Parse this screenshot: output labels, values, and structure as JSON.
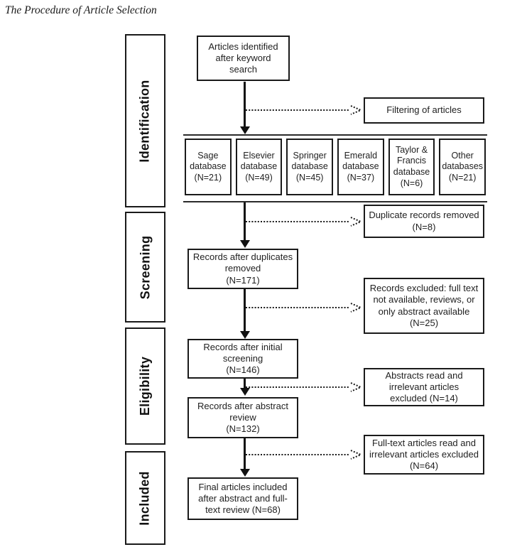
{
  "title": "The Procedure of Article Selection",
  "stages": [
    {
      "label": "Identification"
    },
    {
      "label": "Screening"
    },
    {
      "label": "Eligibility"
    },
    {
      "label": "Included"
    }
  ],
  "flow": {
    "identified": "Articles identified\nafter keyword\nsearch",
    "after_duplicates": "Records after duplicates\nremoved\n(N=171)",
    "after_screening": "Records after initial\nscreening\n(N=146)",
    "after_abstract": "Records after abstract\nreview\n(N=132)",
    "final": "Final articles included\nafter abstract and full-\ntext review (N=68)"
  },
  "databases": [
    {
      "text": "Sage\ndatabase\n(N=21)"
    },
    {
      "text": "Elsevier\ndatabase\n(N=49)"
    },
    {
      "text": "Springer\ndatabase\n(N=45)"
    },
    {
      "text": "Emerald\ndatabase\n(N=37)"
    },
    {
      "text": "Taylor &\nFrancis\ndatabase\n(N=6)"
    },
    {
      "text": "Other\ndatabases\n(N=21)"
    }
  ],
  "side": {
    "filtering": "Filtering of articles",
    "duplicates_removed": "Duplicate records removed\n(N=8)",
    "records_excluded": "Records excluded: full text\nnot available, reviews, or\nonly abstract available\n(N=25)",
    "abstracts_excluded": "Abstracts read and\nirrelevant articles\nexcluded (N=14)",
    "fulltext_excluded": "Full-text articles read and\nirrelevant articles excluded\n(N=64)"
  },
  "colors": {
    "ink": "#1a1a1a",
    "background": "#ffffff"
  }
}
